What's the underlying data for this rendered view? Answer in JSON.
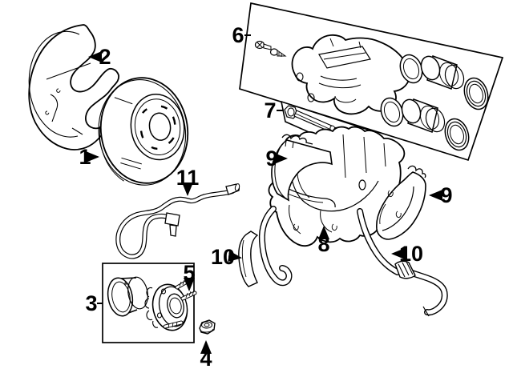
{
  "diagram": {
    "type": "brake-components-parts-diagram",
    "background_color": "#ffffff",
    "line_color": "#000000",
    "callouts": [
      {
        "label": "1"
      },
      {
        "label": "2"
      },
      {
        "label": "3"
      },
      {
        "label": "4"
      },
      {
        "label": "5"
      },
      {
        "label": "6"
      },
      {
        "label": "7"
      },
      {
        "label": "8"
      },
      {
        "label": "9"
      },
      {
        "label": "9"
      },
      {
        "label": "10"
      },
      {
        "label": "10"
      },
      {
        "label": "11"
      }
    ]
  }
}
